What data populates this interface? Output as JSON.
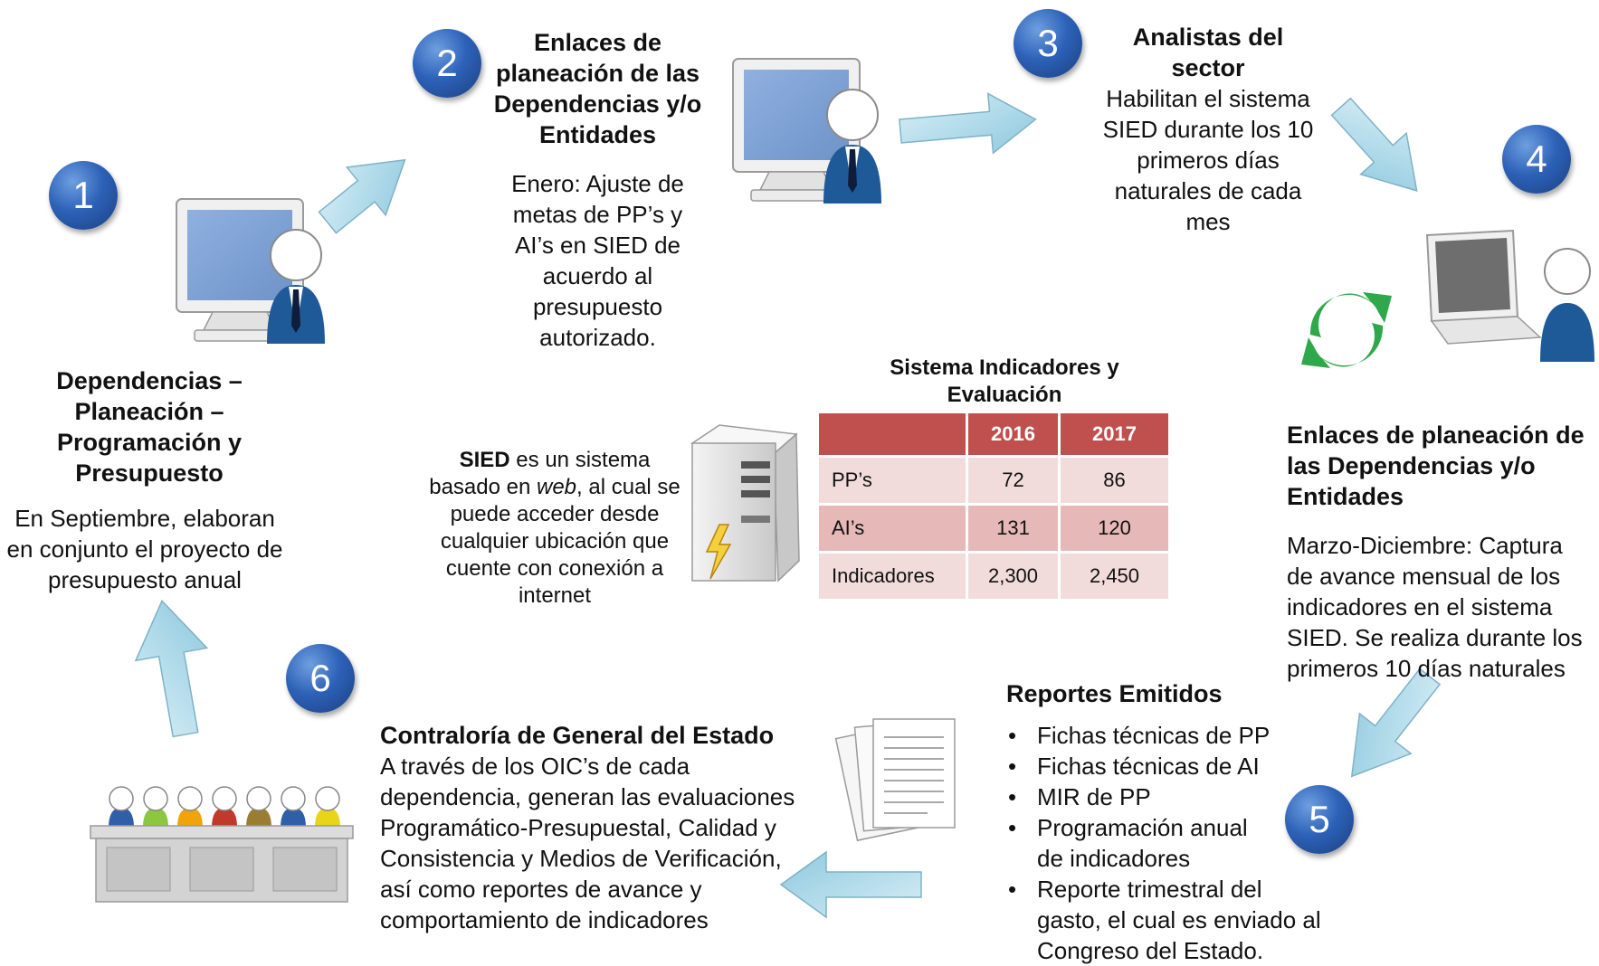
{
  "badges": [
    "1",
    "2",
    "3",
    "4",
    "5",
    "6"
  ],
  "step1": {
    "title": "Dependencias – Planeación – Programación y Presupuesto",
    "body": "En Septiembre, elaboran en conjunto el proyecto de presupuesto anual"
  },
  "step2": {
    "title": "Enlaces de planeación de las Dependencias y/o Entidades",
    "body": "Enero: Ajuste de metas de PP’s y AI’s en SIED de acuerdo al presupuesto autorizado."
  },
  "step3": {
    "title": "Analistas del sector",
    "body": "Habilitan el sistema SIED durante los 10 primeros días naturales de cada mes"
  },
  "step4": {
    "title": "Enlaces de planeación de las Dependencias y/o Entidades",
    "body": "Marzo-Diciembre: Captura de avance mensual de los indicadores en el sistema SIED. Se realiza durante los primeros 10 días naturales"
  },
  "step5": {
    "title": "Reportes Emitidos",
    "items": [
      "Fichas técnicas de PP",
      "Fichas técnicas de AI",
      "MIR de PP",
      "Programación anual de indicadores",
      "Reporte trimestral del gasto, el cual es enviado al Congreso del Estado."
    ]
  },
  "step6": {
    "title": "Contraloría de General del Estado",
    "body": "A través de los OIC’s de cada dependencia, generan las evaluaciones Programático-Presupuestal, Calidad y Consistencia y Medios de Verificación, así como reportes de avance y comportamiento de indicadores"
  },
  "sied_note": {
    "bold": "SIED",
    "part1": " es un sistema basado en ",
    "italic": "web",
    "part2": ", al cual se puede acceder desde cualquier ubicación que cuente con conexión a internet"
  },
  "table": {
    "title": "Sistema Indicadores y Evaluación",
    "headers": [
      "",
      "2016",
      "2017"
    ],
    "rows": [
      [
        "PP’s",
        "72",
        "86"
      ],
      [
        "AI’s",
        "131",
        "120"
      ],
      [
        "Indicadores",
        "2,300",
        "2,450"
      ]
    ]
  },
  "colors": {
    "badge": "#2d62b8",
    "arrow": "#a9d8e8",
    "table_header": "#c0504d",
    "table_row_light": "#f2dcdb",
    "table_row_dark": "#e6b9b8",
    "refresh_icon": "#2ea84a"
  },
  "icons": [
    "monitor-user-icon",
    "laptop-user-icon",
    "server-icon",
    "documents-icon",
    "committee-icon",
    "refresh-icon",
    "arrow-icon"
  ]
}
